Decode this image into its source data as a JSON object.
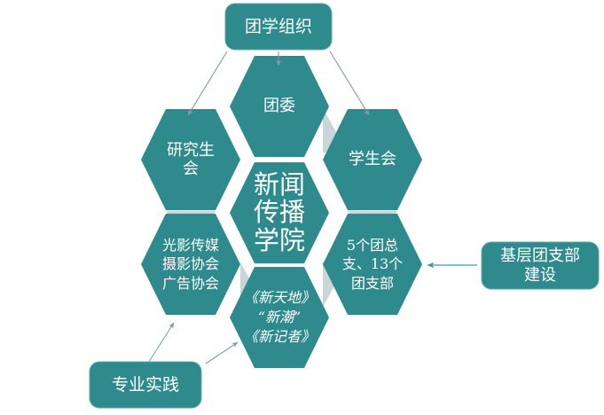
{
  "diagram": {
    "title_center": "新闻传播学院",
    "theme": {
      "teal": "#2E8A8C",
      "teal_light": "#C9D6D9",
      "arrow_gray": "#7F9FA8",
      "arrow_teal": "#3E9A9B",
      "text_white": "#FFFFFF",
      "background": "#FFFFFF"
    },
    "boxes": [
      {
        "id": "top-box",
        "label": "团学组织",
        "lines": [
          "团学组织"
        ]
      },
      {
        "id": "right-box",
        "label": "基层团支部建设",
        "lines": [
          "基层团支部",
          "建设"
        ]
      },
      {
        "id": "bottom-left-box",
        "label": "专业实践",
        "lines": [
          "专业实践"
        ]
      }
    ],
    "hexagons": [
      {
        "id": "hex-tuanwei",
        "label": "团委",
        "lines": [
          "团委"
        ]
      },
      {
        "id": "hex-graduate-union",
        "label": "研究生会",
        "lines": [
          "研究生",
          "会"
        ]
      },
      {
        "id": "hex-student-union",
        "label": "学生会",
        "lines": [
          "学生会"
        ]
      },
      {
        "id": "hex-center",
        "label": "新闻传播学院",
        "lines": [
          "新闻",
          "传播",
          "学院"
        ]
      },
      {
        "id": "hex-associations",
        "label": "光影传媒 摄影协会 广告协会",
        "lines": [
          "光影传媒",
          "摄影协会",
          "广告协会"
        ]
      },
      {
        "id": "hex-branches",
        "label": "5个团总支、13个团支部",
        "lines": [
          "5个团总",
          "支、13个",
          "团支部"
        ]
      },
      {
        "id": "hex-publications",
        "label": "《新天地》“新潮”《新记者》",
        "lines": [
          "《新天地》",
          "“新潮”",
          "《新记者》"
        ]
      }
    ],
    "connectors": [
      {
        "id": "arrow-top-to-graduate",
        "from": "团学组织",
        "to": "研究生会",
        "style": "gray"
      },
      {
        "id": "arrow-top-to-tuanwei",
        "from": "团学组织",
        "to": "团委",
        "style": "gray"
      },
      {
        "id": "arrow-top-to-student-union",
        "from": "团学组织",
        "to": "学生会",
        "style": "gray"
      },
      {
        "id": "arrow-right-to-branches",
        "from": "基层团支部建设",
        "to": "5个团总支、13个团支部",
        "style": "teal"
      },
      {
        "id": "arrow-practice-to-associations",
        "from": "专业实践",
        "to": "光影传媒 摄影协会 广告协会",
        "style": "gray"
      },
      {
        "id": "arrow-practice-to-publications",
        "from": "专业实践",
        "to": "《新天地》“新潮”《新记者》",
        "style": "gray"
      }
    ]
  }
}
